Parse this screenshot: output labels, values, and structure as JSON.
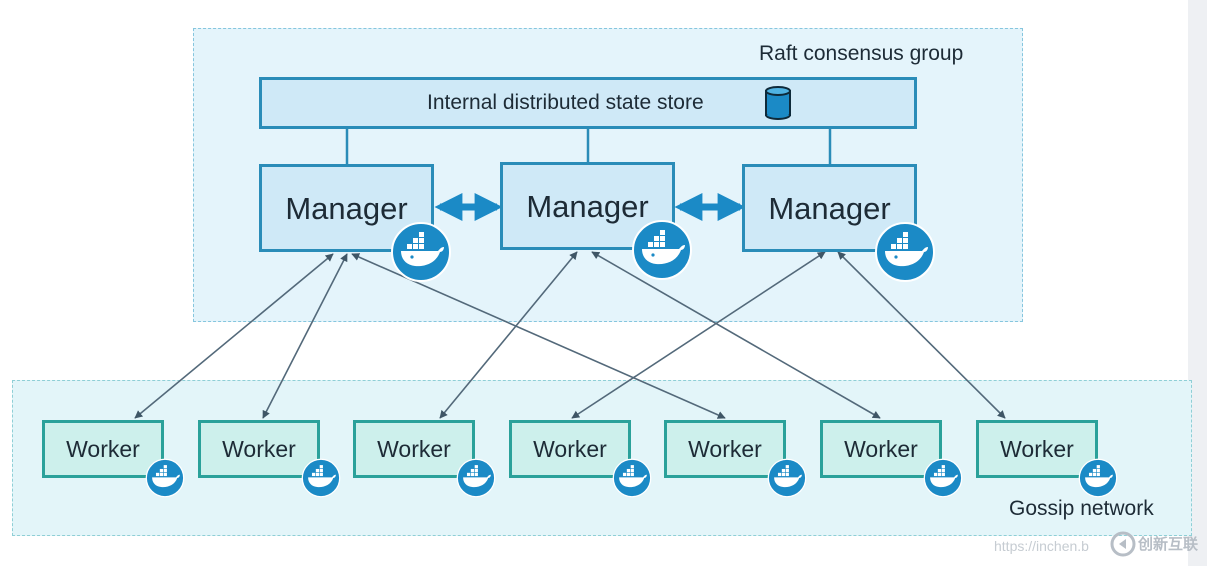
{
  "raft_group": {
    "label": "Raft consensus group"
  },
  "state_store": {
    "label": "Internal distributed state store",
    "icon": "database-icon"
  },
  "managers": [
    {
      "label": "Manager",
      "icon": "docker-whale-icon"
    },
    {
      "label": "Manager",
      "icon": "docker-whale-icon"
    },
    {
      "label": "Manager",
      "icon": "docker-whale-icon"
    }
  ],
  "gossip_group": {
    "label": "Gossip network"
  },
  "workers": [
    {
      "label": "Worker",
      "icon": "docker-whale-icon"
    },
    {
      "label": "Worker",
      "icon": "docker-whale-icon"
    },
    {
      "label": "Worker",
      "icon": "docker-whale-icon"
    },
    {
      "label": "Worker",
      "icon": "docker-whale-icon"
    },
    {
      "label": "Worker",
      "icon": "docker-whale-icon"
    },
    {
      "label": "Worker",
      "icon": "docker-whale-icon"
    },
    {
      "label": "Worker",
      "icon": "docker-whale-icon"
    }
  ],
  "watermark": {
    "url": "https://inchen.b",
    "brand": "创新互联"
  },
  "colors": {
    "manager_border": "#2a8cb8",
    "manager_fill": "#cfe9f7",
    "worker_border": "#2aa19a",
    "worker_fill": "#cdf0ec",
    "docker_blue": "#1b8ac6"
  }
}
